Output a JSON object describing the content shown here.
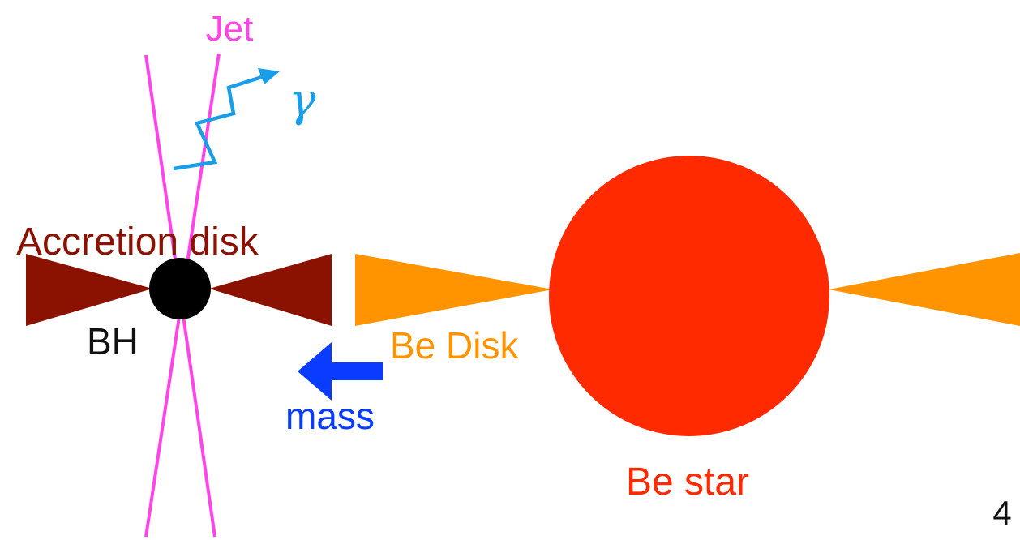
{
  "labels": {
    "jet": "Jet",
    "gamma": "γ",
    "accretion_disk": "Accretion disk",
    "bh": "BH",
    "be_disk": "Be Disk",
    "mass": "mass",
    "be_star": "Be star",
    "page_number": "4"
  },
  "colors": {
    "jet": "#ff44e8",
    "gamma": "#1a9ee8",
    "accretion_disk": "#8b1200",
    "black_hole": "#000000",
    "be_disk": "#ff9400",
    "mass_arrow": "#0a3cff",
    "be_star": "#ff2a00",
    "text": "#111111"
  },
  "icons": {
    "gamma_ray": "zigzag-arrow-icon",
    "mass_flow": "left-arrow-icon"
  }
}
